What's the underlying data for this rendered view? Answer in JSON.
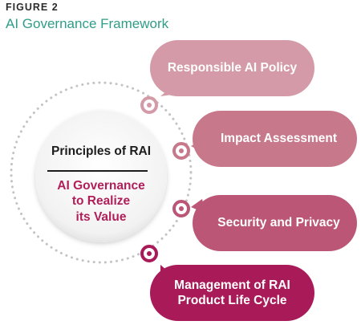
{
  "figure": {
    "label": "FIGURE 2",
    "title": "AI Governance Framework"
  },
  "center": {
    "title": "Principles of RAI",
    "subtitle_lines": [
      "AI Governance",
      "to Realize",
      "its Value"
    ]
  },
  "items": [
    {
      "lines": [
        "Responsible AI Policy"
      ],
      "color": "#d49aa7"
    },
    {
      "lines": [
        "Impact Assessment"
      ],
      "color": "#c8788b"
    },
    {
      "lines": [
        "Security and Privacy"
      ],
      "color": "#bc5677"
    },
    {
      "lines": [
        "Management of RAI",
        "Product Life Cycle"
      ],
      "color": "#a91a58"
    }
  ],
  "colors": {
    "title": "#2f9d88",
    "center_subtitle": "#b01f5a",
    "dotted_arc": "#c3c3c3"
  }
}
